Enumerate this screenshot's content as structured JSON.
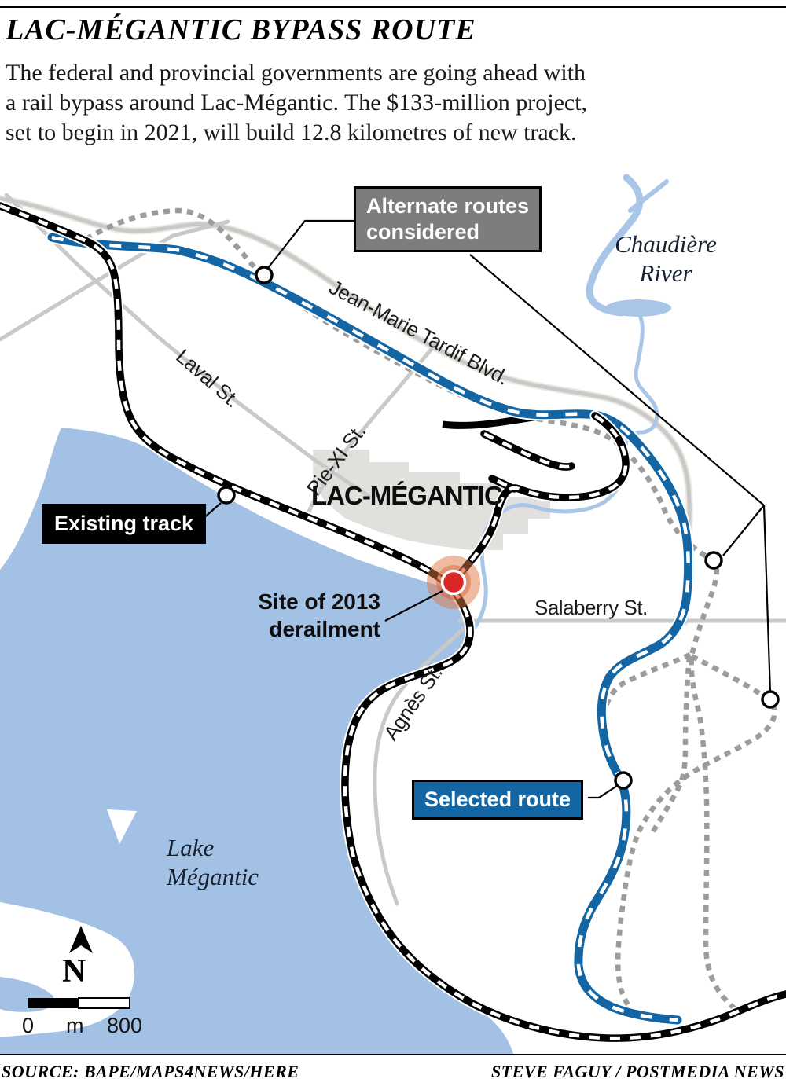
{
  "header": {
    "title": "LAC-MÉGANTIC BYPASS ROUTE",
    "intro": "The federal and provincial governments are going ahead with\na rail bypass around Lac-Mégantic. The $133-million project,\nset to begin in 2021, will build 12.8 kilometres of new track."
  },
  "map": {
    "city": "LAC-MÉGANTIC",
    "lake_label": "Lake\nMégantic",
    "river_label": "Chaudière\nRiver",
    "roads": {
      "jean_marie": "Jean-Marie Tardif Blvd.",
      "laval": "Laval St.",
      "pie_xi": "Pie-XI St.",
      "salaberry": "Salaberry St.",
      "agnes": "Agnès St."
    },
    "callouts": {
      "alternate": "Alternate routes\nconsidered",
      "existing": "Existing track",
      "selected": "Selected route",
      "site": "Site of 2013\nderailment"
    },
    "compass": "N",
    "scale": {
      "zero": "0",
      "unit": "m",
      "max": "800"
    },
    "colors": {
      "selected_route": "#1366a3",
      "existing_track": "#000000",
      "alternate_route": "#9c9c9c",
      "lake_water": "#a3c1e4",
      "river_water": "#a9c6e8",
      "road_gray": "#c9c9c9",
      "urban_gray": "#e2e0dd",
      "callout_gray": "#7d7d7d",
      "derailment_red": "#d92727",
      "derailment_halo": "#dd7743"
    }
  },
  "footer": {
    "source": "SOURCE: BAPE/MAPS4NEWS/HERE",
    "credit": "STEVE FAGUY / POSTMEDIA NEWS"
  }
}
